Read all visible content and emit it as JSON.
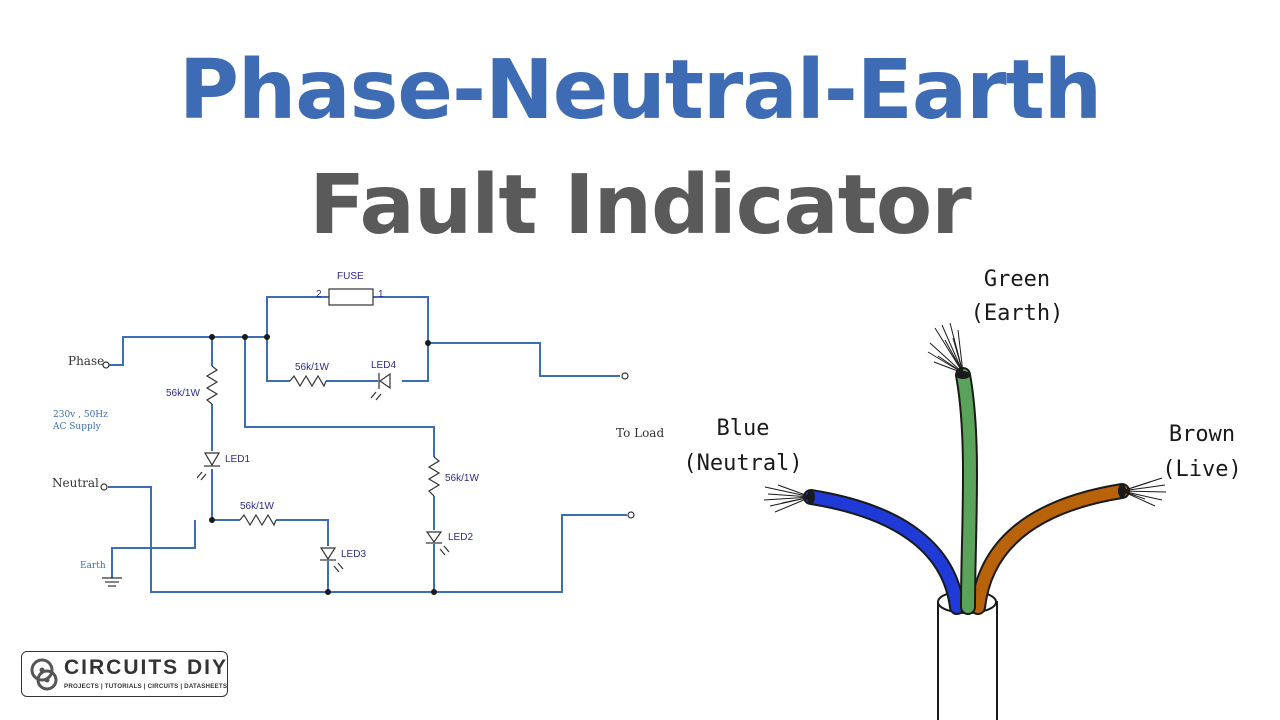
{
  "title": {
    "line1": "Phase-Neutral-Earth",
    "line2": "Fault Indicator"
  },
  "circuit": {
    "phase_label": "Phase",
    "neutral_label": "Neutral",
    "earth_label": "Earth",
    "supply_line1": "230v , 50Hz",
    "supply_line2": "AC Supply",
    "load_label": "To Load",
    "fuse_label": "FUSE",
    "fuse_pin1": "1",
    "fuse_pin2": "2",
    "resistor_label": "56k/1W",
    "led1": "LED1",
    "led2": "LED2",
    "led3": "LED3",
    "led4": "LED4",
    "wire_color": "#3a6fb5"
  },
  "cable": {
    "green_line1": "Green",
    "green_line2": "(Earth)",
    "blue_line1": "Blue",
    "blue_line2": "(Neutral)",
    "brown_line1": "Brown",
    "brown_line2": "(Live)",
    "green_color": "#5ba35b",
    "blue_color": "#1f3ad6",
    "brown_color": "#b8620a"
  },
  "logo": {
    "name": "CIRCUITS DIY",
    "tagline": "PROJECTS | TUTORIALS | CIRCUITS | DATASHEETS"
  }
}
